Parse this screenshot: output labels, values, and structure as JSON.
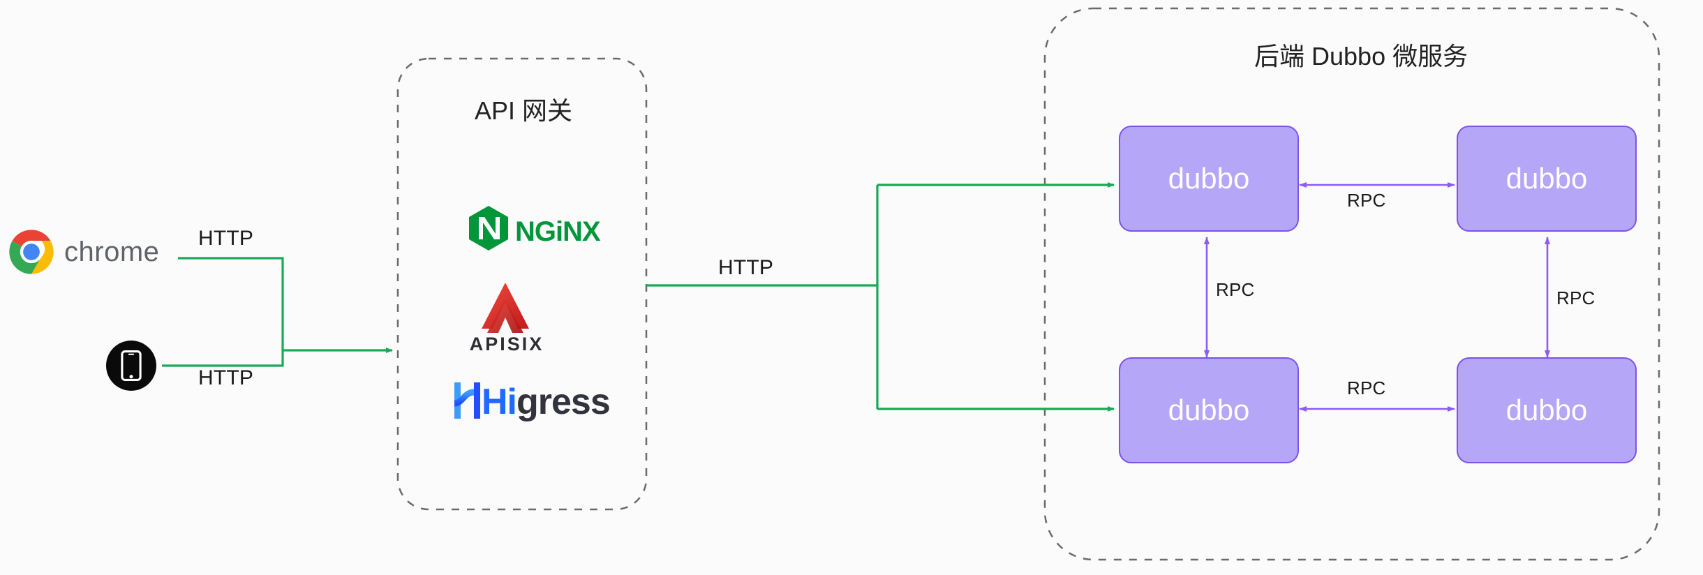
{
  "diagram": {
    "title": "API Gateway to Dubbo microservices architecture",
    "background_color": "#fbfbfb"
  },
  "clients": {
    "chrome": {
      "label": "chrome",
      "icon": "chrome-logo-icon"
    },
    "mobile": {
      "icon": "mobile-phone-icon"
    }
  },
  "connections": {
    "http_chrome": "HTTP",
    "http_mobile": "HTTP",
    "http_gateway_to_backend": "HTTP",
    "rpc_top": "RPC",
    "rpc_bottom": "RPC",
    "rpc_left": "RPC",
    "rpc_right": "RPC"
  },
  "gateway": {
    "title": "API 网关",
    "products": [
      {
        "name": "NGiNX",
        "id": "nginx-logo",
        "color": "#009639"
      },
      {
        "name": "APISIX",
        "id": "apisix-logo",
        "color": "#e3242b"
      },
      {
        "name": "Higress",
        "id": "higress-logo",
        "prefix": "Hi",
        "suffix": "gress",
        "color": "#1f6bff"
      }
    ]
  },
  "backend": {
    "title": "后端 Dubbo 微服务",
    "services": [
      {
        "id": "dubbo-top-left",
        "label": "dubbo"
      },
      {
        "id": "dubbo-top-right",
        "label": "dubbo"
      },
      {
        "id": "dubbo-bottom-left",
        "label": "dubbo"
      },
      {
        "id": "dubbo-bottom-right",
        "label": "dubbo"
      }
    ]
  },
  "colors": {
    "flow_green": "#18a957",
    "rpc_purple": "#8b5cf6",
    "dubbo_fill": "#b5a6f7",
    "dubbo_border": "#7c52e8",
    "dashed_border": "#6b6b6b",
    "text": "#1a1a1a"
  }
}
